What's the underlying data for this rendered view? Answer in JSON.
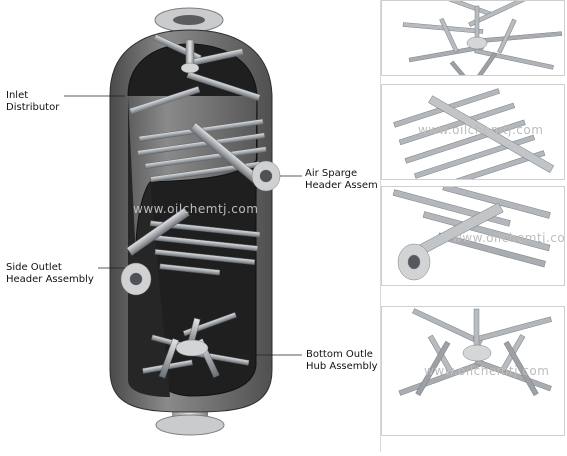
{
  "labels": {
    "inlet": "Inlet\nDistributor",
    "air_sparge": "Air Sparge\nHeader Assem",
    "side_outlet": "Side Outlet\nHeader Assembly",
    "bottom_outlet": "Bottom Outle\nHub Assembly"
  },
  "watermark": "www.oilchemtj.com",
  "colors": {
    "shell": "#6d6d6d",
    "shell_dark": "#3e3e3e",
    "interior": "#222222",
    "pipe": "#b9bcbf",
    "pipe_dark": "#7d8286",
    "flange": "#cfd1d3"
  }
}
